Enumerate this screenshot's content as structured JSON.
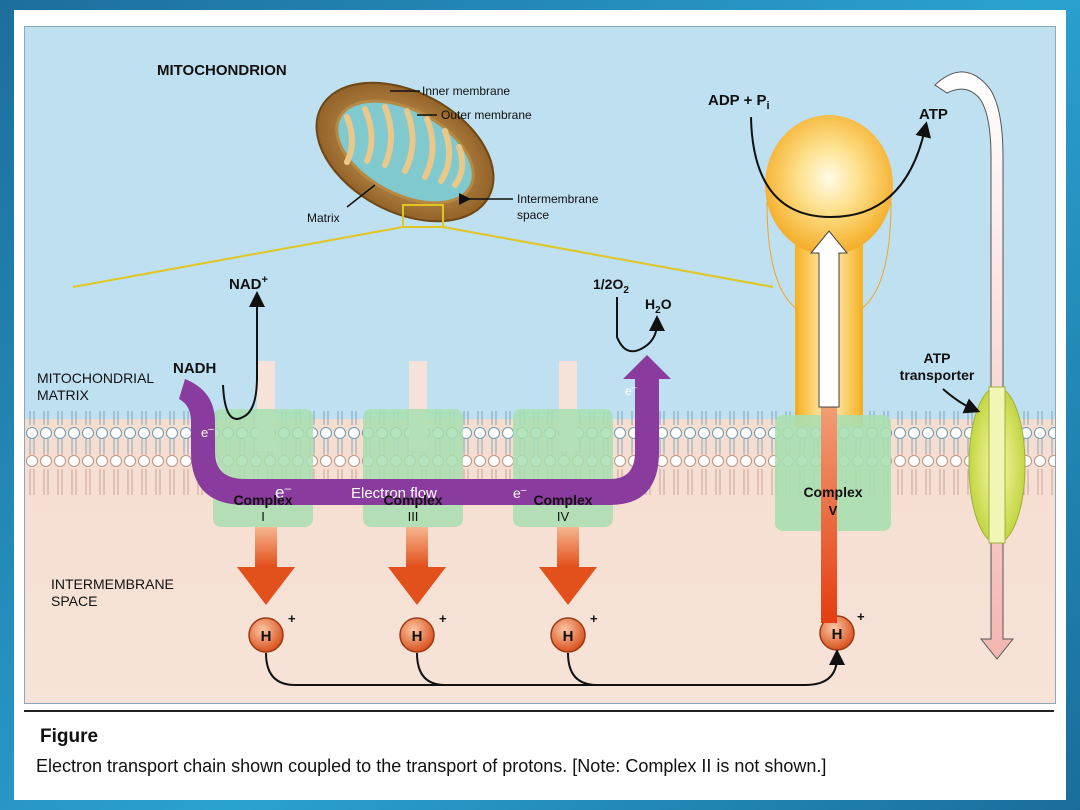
{
  "diagram": {
    "title": "MITOCHONDRION",
    "inset_labels": {
      "inner_membrane": "Inner membrane",
      "outer_membrane": "Outer membrane",
      "matrix": "Matrix",
      "intermembrane_line1": "Intermembrane",
      "intermembrane_line2": "space"
    },
    "region_matrix": [
      "MITOCHONDRIAL",
      "MATRIX"
    ],
    "region_intermembrane": [
      "INTERMEMBRANE",
      "SPACE"
    ],
    "nad_plus": "NAD",
    "nad_plus_sup": "+",
    "nadh": "NADH",
    "half_o2": "1/2O",
    "half_o2_sub": "2",
    "water": "H",
    "water_sub": "2",
    "water_end": "O",
    "electron": "e",
    "electron_sup": "–",
    "electron_flow": "Electron flow",
    "adp": "ADP + P",
    "adp_sub": "i",
    "atp": "ATP",
    "atp_transporter": [
      "ATP",
      "transporter"
    ],
    "complex_word": "Complex",
    "complexes": [
      {
        "numeral": "I"
      },
      {
        "numeral": "III"
      },
      {
        "numeral": "IV"
      },
      {
        "numeral": "V"
      }
    ],
    "proton": "H",
    "proton_sup": "+"
  },
  "caption": {
    "figure_label": "Figure",
    "text": "Electron transport chain shown coupled to the transport of protons. [Note: Complex II is not shown.]"
  },
  "colors": {
    "matrix_bg": "#bfe0f0",
    "intermembrane_bg": "#f5ddd0",
    "complex_fill": "#a8dfb0",
    "electron_flow": "#8a3b9e",
    "proton_arrow": "#e8602a",
    "proton_ball": "#e0612a",
    "atp_synthase_head": "#f6b020",
    "transporter": "#d6e25a"
  }
}
